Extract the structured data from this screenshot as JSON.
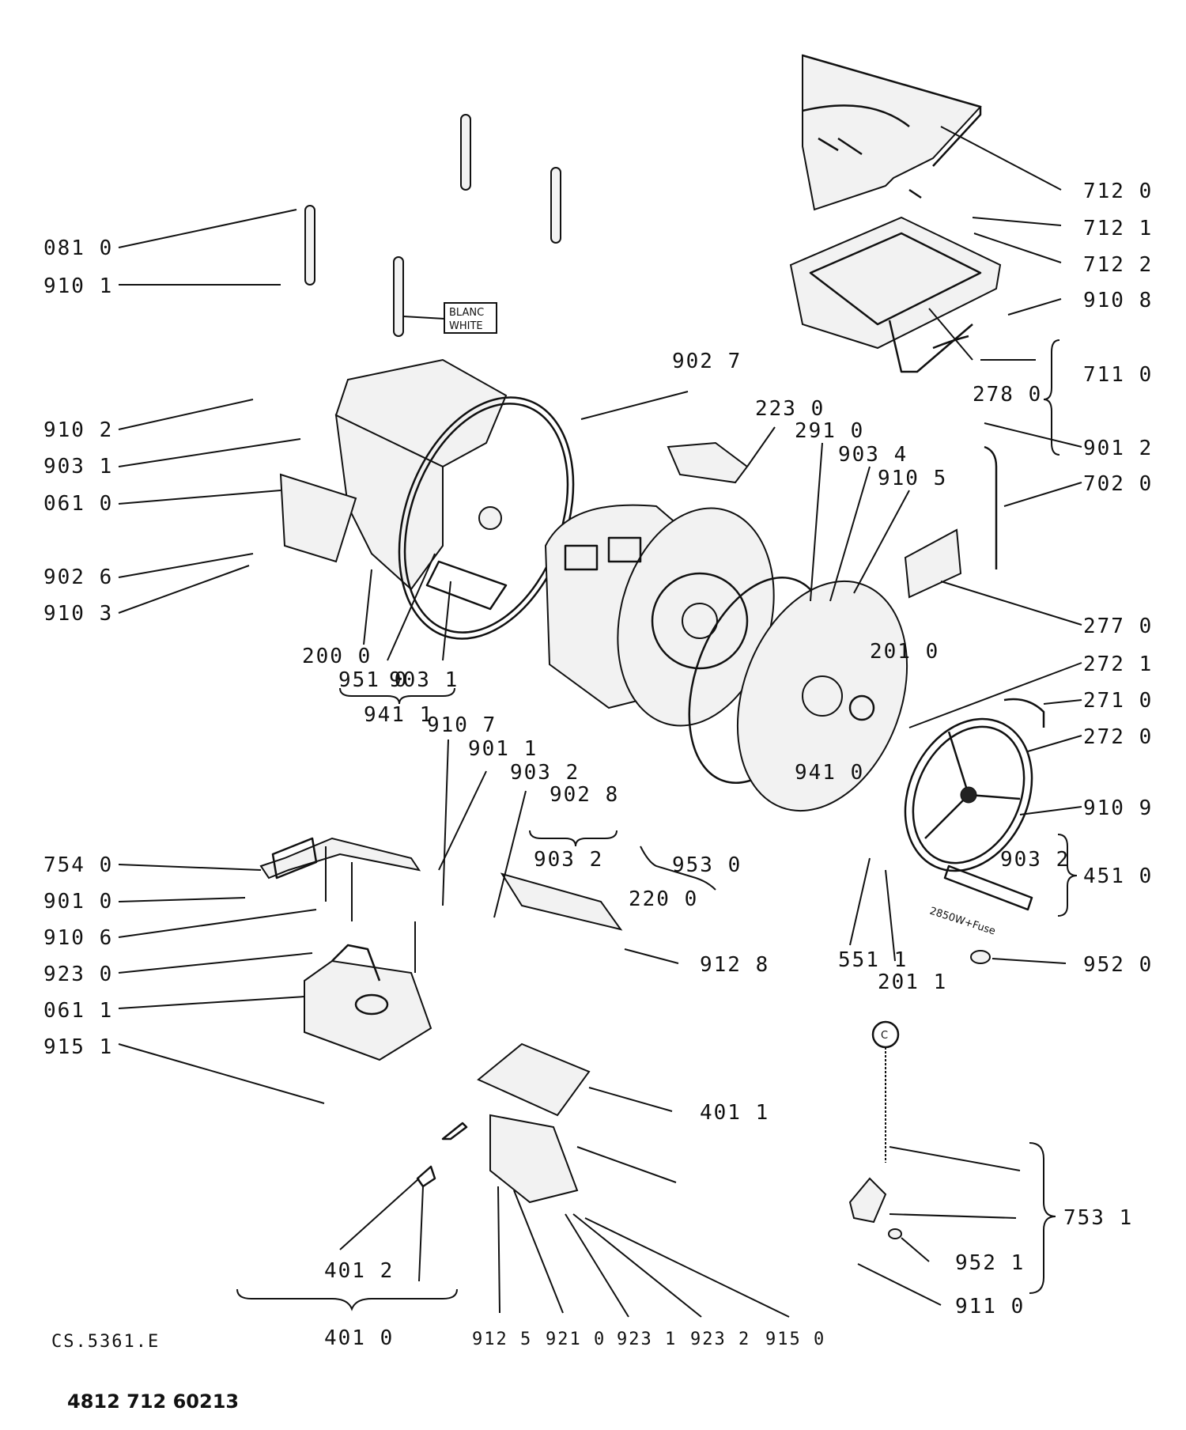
{
  "drawing_code": "CS.5361.E",
  "part_number": "4812 712 60213",
  "white_tag": [
    "BLANC",
    "WHITE"
  ],
  "heater_rating": "2850W+Fuse",
  "circle_label": "C",
  "labels": [
    "712 0",
    "712 1",
    "712 2",
    "910 8",
    "711 0",
    "278 0",
    "081 0",
    "910 1",
    "902 7",
    "223 0",
    "291 0",
    "903 4",
    "910 5",
    "910 2",
    "903 1",
    "061 0",
    "902 6",
    "910 3",
    "901 2",
    "702 0",
    "277 0",
    "201 0",
    "272 1",
    "271 0",
    "272 0",
    "200 0",
    "951 0",
    "903 1",
    "941 1",
    "910 7",
    "901 1",
    "903 2",
    "902 8",
    "903 2",
    "941 0",
    "910 9",
    "754 0",
    "901 0",
    "910 6",
    "923 0",
    "061 1",
    "915 1",
    "953 0",
    "220 0",
    "903 2",
    "451 0",
    "912 8",
    "551 1",
    "201 1",
    "952 0",
    "401 1",
    "753 1",
    "952 1",
    "911 0",
    "401 2",
    "401 0",
    "912 5",
    "921 0",
    "923 1",
    "923 2",
    "915 0"
  ]
}
